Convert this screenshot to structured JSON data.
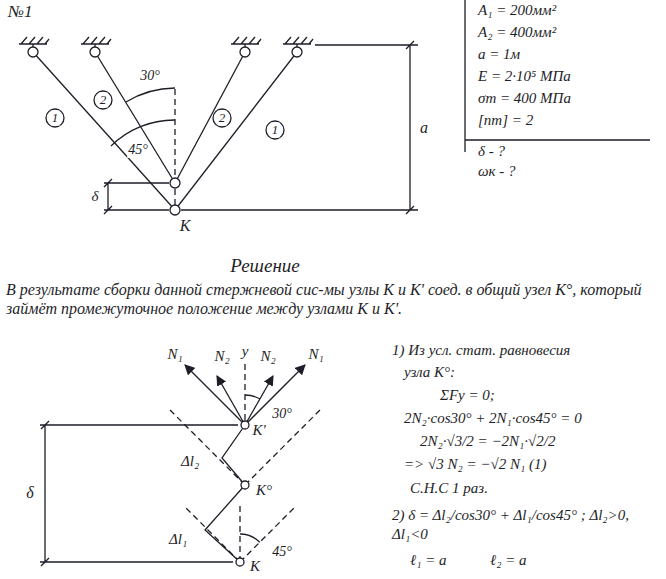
{
  "diagram": {
    "title": "Решение",
    "labels": [
      "№1",
      "1",
      "2",
      "30°",
      "45°",
      "2",
      "1",
      "a",
      "δ",
      "K",
      "A₁ = 200мм²",
      "A₂ = 400мм²",
      "a = 1м",
      "E = 2·10⁵ МПа",
      "σт = 400 МПа",
      "[nт] = 2",
      "δ - ?",
      "ωк - ?",
      "В результате сборки данной стержневой сис-мы узлы K и K' соед. в общий узел K°, который займёт промежуточное положение между узлами K и K'.",
      "N₂",
      "N₁",
      "30°",
      "y",
      "N₂",
      "N₁",
      "K'",
      "Δl₂",
      "K°",
      "δ",
      "45°",
      "Δl₁",
      "K",
      "1) Из усл. стат. равновесия",
      "узла K°:",
      "ΣFy = 0;",
      "2N₂·cos30° + 2N₁·cos45° = 0",
      "2N₂·√3/2 = −2N₁·√2/2",
      "=> √3 N₂ = −√2 N₁ (1)",
      "С.Н.С 1 раз.",
      "2) δ = Δl₂/cos30° + Δl₁/cos45° ; Δl₂>0, Δl₁<0",
      "ℓ₁ = a",
      "ℓ₂ = a"
    ]
  }
}
